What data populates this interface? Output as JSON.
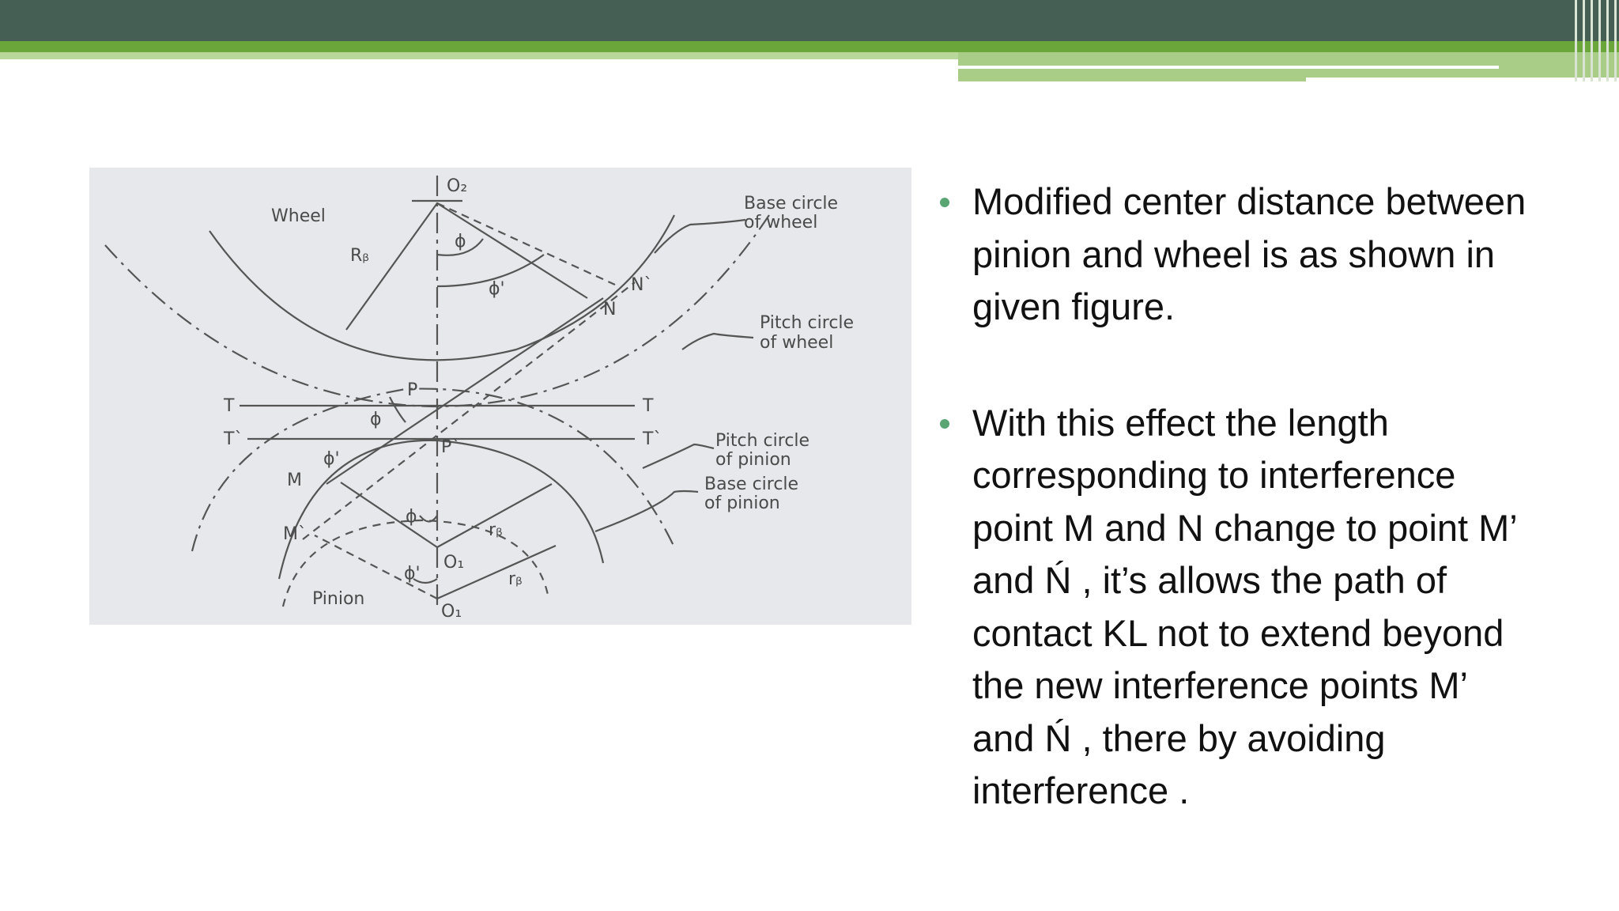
{
  "slide": {
    "bullets": [
      "Modified center distance between pinion and wheel is as shown in given figure.",
      "With this effect the length corresponding to interference point M and N change to point M’ and Ń , it’s allows the path of contact KL not to extend beyond the new interference points M’ and Ń , there by avoiding interference ."
    ]
  },
  "figure": {
    "labels": {
      "o2": "O₂",
      "wheel": "Wheel",
      "rb_upper": "Rᵦ",
      "phi": "ϕ",
      "phi_prime": "ϕ'",
      "base_circle_wheel_1": "Base circle",
      "base_circle_wheel_2": "of wheel",
      "n_prime": "N`",
      "n": "N",
      "pitch_circle_wheel_1": "Pitch circle",
      "pitch_circle_wheel_2": "of wheel",
      "p": "P",
      "t_left": "T",
      "t_right": "T",
      "t_prime_left": "T`",
      "t_prime_right": "T`",
      "p_prime": "P`",
      "pitch_circle_pinion_1": "Pitch circle",
      "pitch_circle_pinion_2": "of pinion",
      "base_circle_pinion_1": "Base circle",
      "base_circle_pinion_2": "of pinion",
      "m": "M",
      "m_prime": "M`",
      "rb_lower_1": "rᵦ",
      "rb_lower_2": "rᵦ",
      "o1_upper": "O₁",
      "o1_lower": "O₁",
      "pinion": "Pinion"
    }
  }
}
